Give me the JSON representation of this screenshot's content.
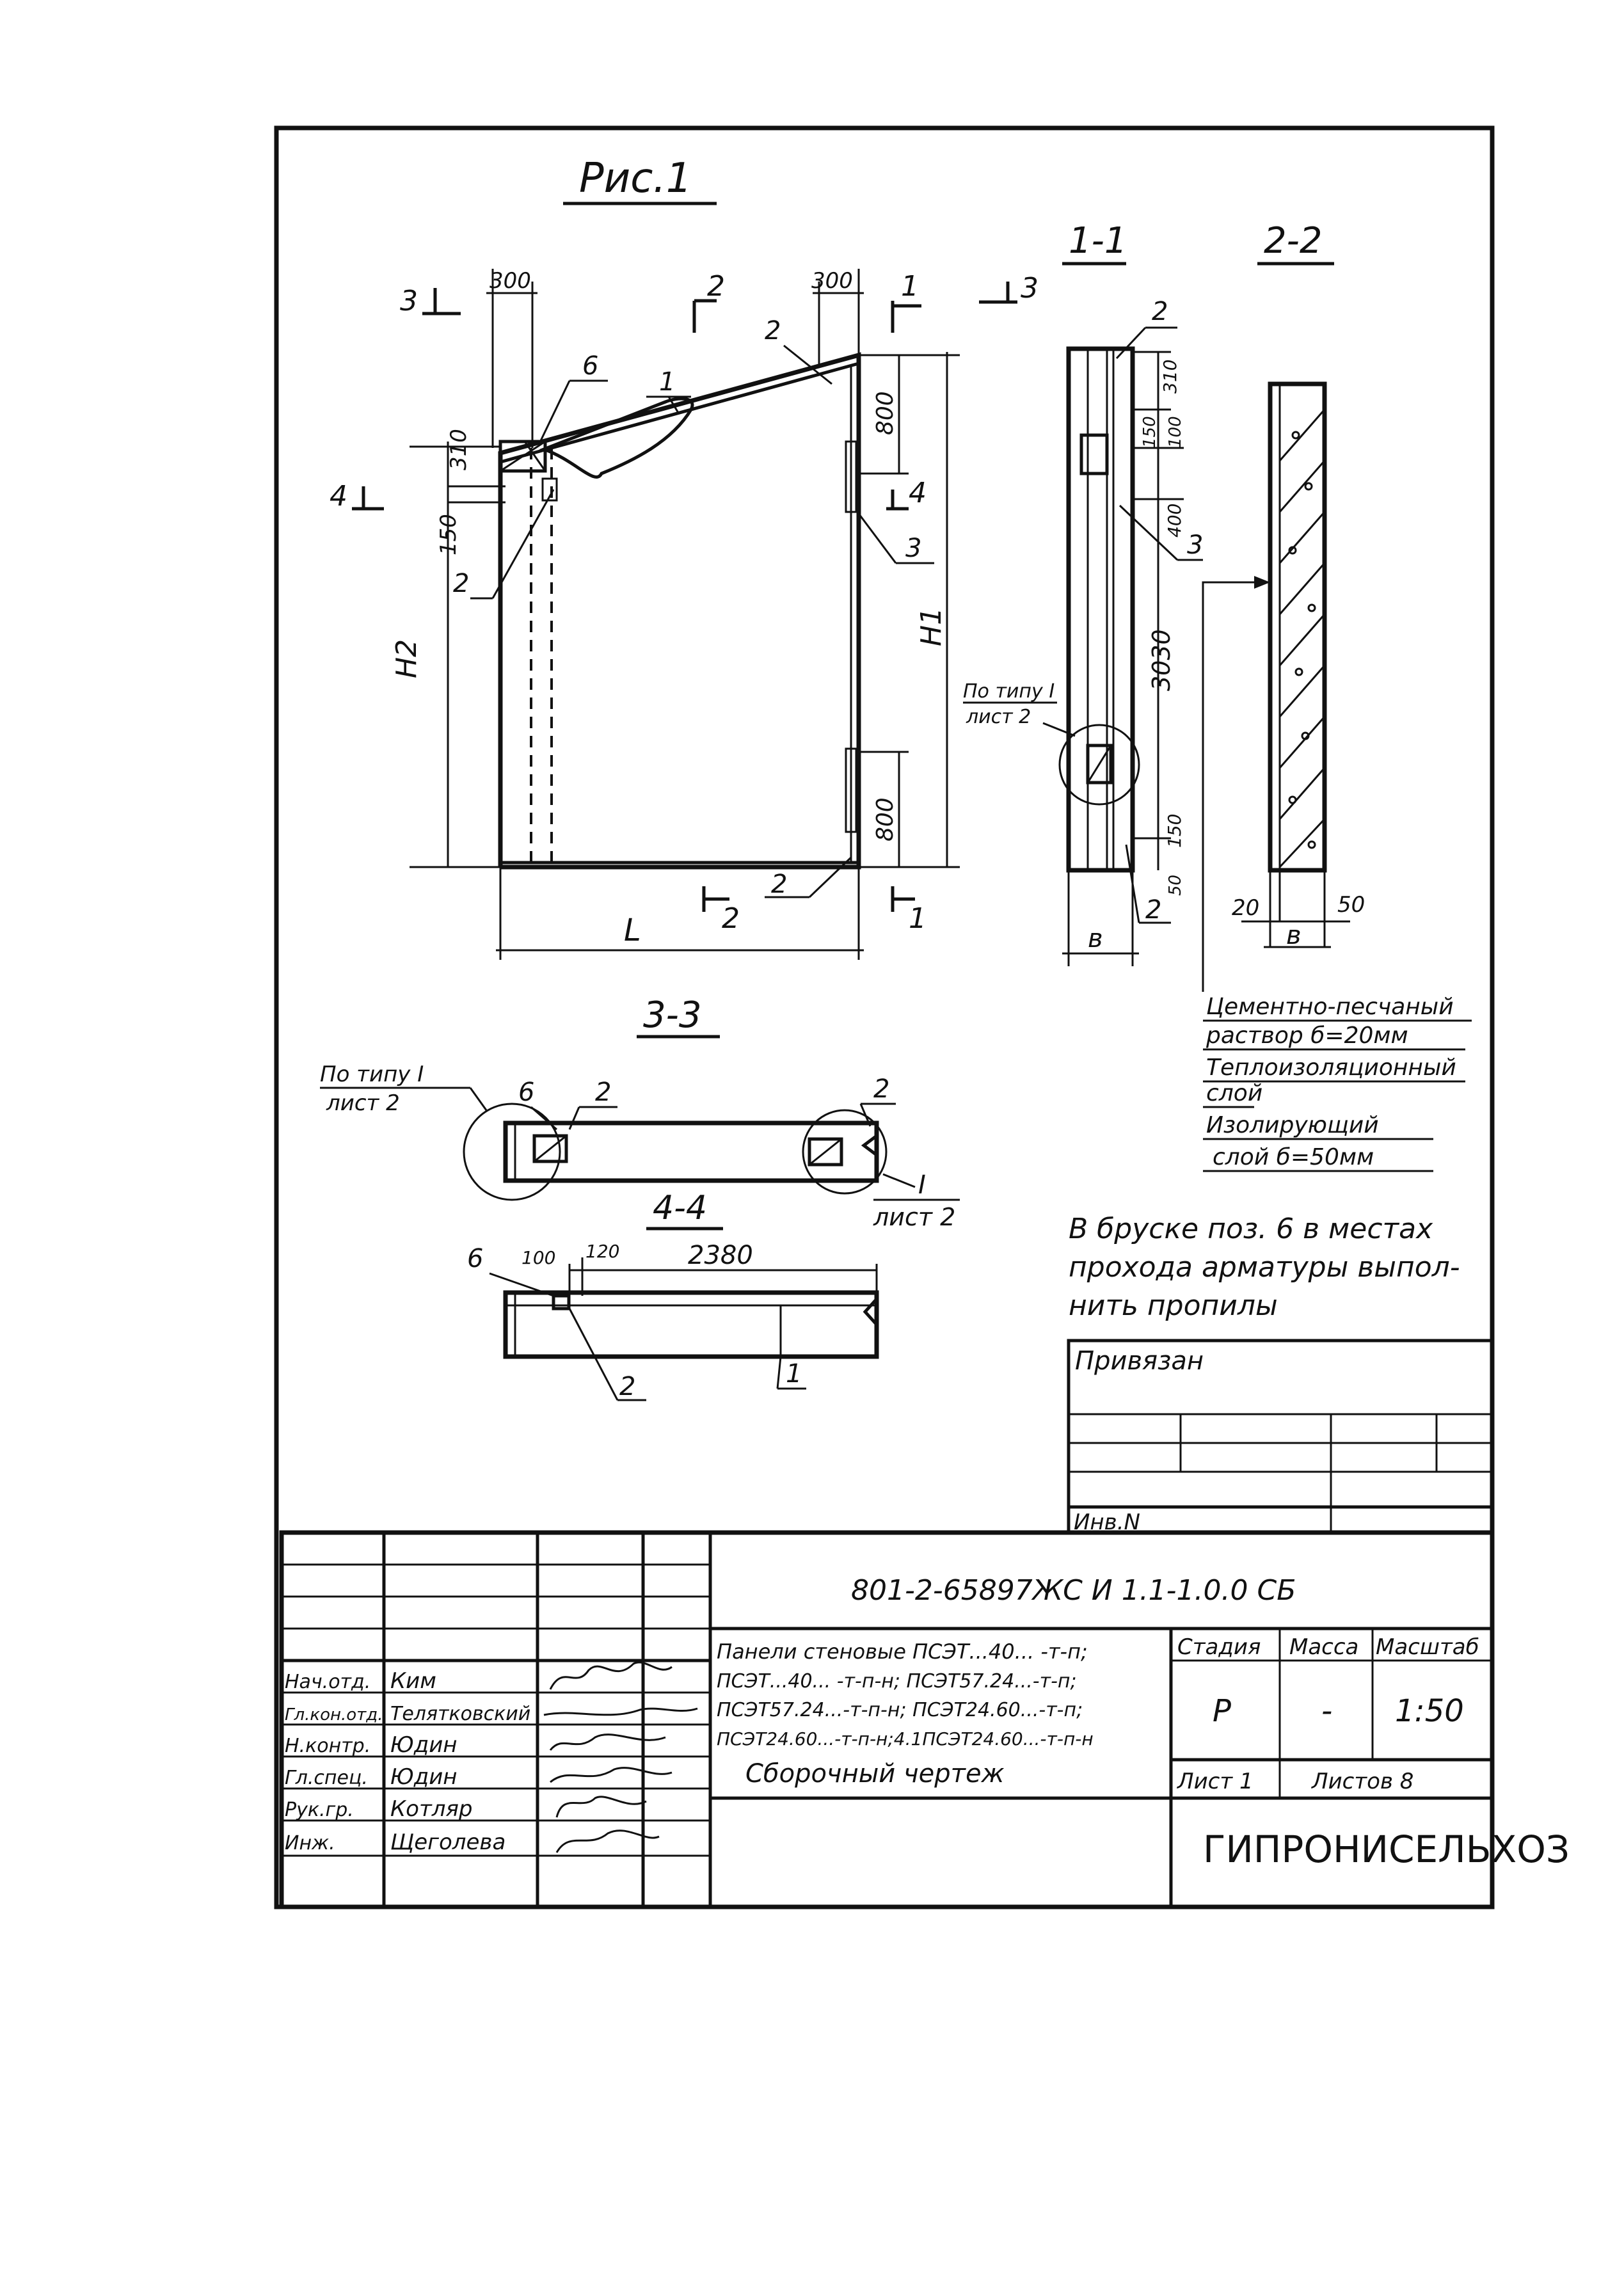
{
  "figure": {
    "title": "Рис.1"
  },
  "elevation": {
    "dim_300_left": "300",
    "dim_300_right": "300",
    "dim_310": "310",
    "dim_150": "150",
    "dim_800_top": "800",
    "dim_800_bottom": "800",
    "label_H1": "H1",
    "label_H2": "H2",
    "label_L": "L",
    "cut_1": "1",
    "cut_2": "2",
    "cut_3": "3",
    "cut_4": "4",
    "pos_1": "1",
    "pos_2": "2",
    "pos_3": "3",
    "pos_6": "6"
  },
  "section_1_1": {
    "title": "1-1",
    "dim_310": "310",
    "dim_150": "150",
    "dim_100": "100",
    "dim_400": "400",
    "dim_3030": "3030",
    "dim_150b": "150",
    "dim_50": "50",
    "dim_b": "в",
    "callout_line1": "По типу I",
    "callout_line2": "лист 2",
    "pos_2": "2",
    "pos_3": "3"
  },
  "section_2_2": {
    "title": "2-2",
    "dim_20": "20",
    "dim_50": "50",
    "dim_b": "в"
  },
  "legend": {
    "line1": "Цементно-песчаный",
    "line2": "раствор б=20мм",
    "line3": "Теплоизоляционный",
    "line4": "слой",
    "line5": "Изолирующий",
    "line6": "слой б=50мм"
  },
  "section_3_3": {
    "title": "3-3",
    "callout_line1": "По типу I",
    "callout_line2": "лист 2",
    "ref_I": "I",
    "ref_list": "лист 2",
    "pos_6": "6",
    "pos_2a": "2",
    "pos_2b": "2"
  },
  "section_4_4": {
    "title": "4-4",
    "dim_100": "100",
    "dim_120": "120",
    "dim_2380": "2380",
    "pos_6": "6",
    "pos_2": "2",
    "pos_1": "1"
  },
  "note": {
    "line1": "В бруске поз. 6 в местах",
    "line2": "прохода арматуры выпол-",
    "line3": "нить пропилы"
  },
  "binding_table": {
    "title": "Привязан",
    "inv": "Инв.N"
  },
  "title_block": {
    "doc_code": "801-2-65897ЖС И 1.1-1.0.0 СБ",
    "description_lines": [
      "Панели стеновые ПСЭТ...40... -т-п;",
      "ПСЭТ...40... -т-п-н; ПСЭТ57.24...-т-п;",
      "ПСЭТ57.24...-т-п-н; ПСЭТ24.60...-т-п;",
      "ПСЭТ24.60...-т-п-н;4.1ПСЭТ24.60...-т-п-н"
    ],
    "drawing_type": "Сборочный чертеж",
    "stage_label": "Стадия",
    "mass_label": "Масса",
    "scale_label": "Масштаб",
    "stage_value": "Р",
    "mass_value": "-",
    "scale_value": "1:50",
    "sheet_label": "Лист 1",
    "sheets_label": "Листов 8",
    "organization": "ГИПРОНИСЕЛЬХОЗ",
    "signatures": [
      {
        "role": "Нач.отд.",
        "name": "Ким"
      },
      {
        "role": "Гл.кон.отд.",
        "name": "Телятковский"
      },
      {
        "role": "Н.контр.",
        "name": "Юдин"
      },
      {
        "role": "Гл.спец.",
        "name": "Юдин"
      },
      {
        "role": "Рук.гр.",
        "name": "Котляр"
      },
      {
        "role": "Инж.",
        "name": "Щеголева"
      }
    ]
  }
}
